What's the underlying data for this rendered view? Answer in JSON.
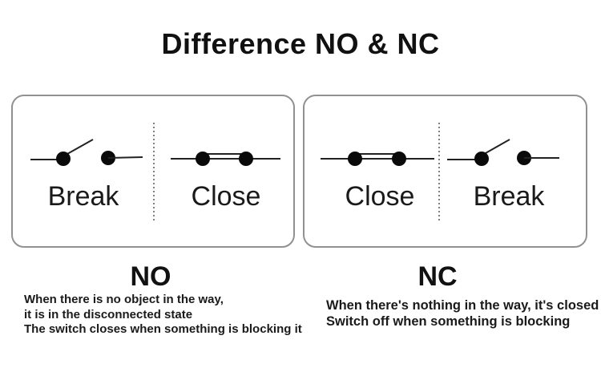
{
  "title": "Difference NO & NC",
  "panels": {
    "no": {
      "label": "NO",
      "states": {
        "left": "Break",
        "right": "Close"
      },
      "description": {
        "line1": "When there is no object in the way,",
        "line2": "it is in the disconnected state",
        "line3": "The switch closes when something is blocking it"
      }
    },
    "nc": {
      "label": "NC",
      "states": {
        "left": "Close",
        "right": "Break"
      },
      "description": {
        "line1": "When there's nothing in the way, it's closed",
        "line2": "Switch off when something is blocking"
      }
    }
  },
  "icons": {
    "open_switch": "open-switch-symbol",
    "closed_switch": "closed-switch-symbol",
    "divider": "dotted-divider"
  },
  "colors": {
    "background": "#ffffff",
    "text": "#111111",
    "panel_border": "#919191",
    "symbol": "#0a0a0a"
  }
}
